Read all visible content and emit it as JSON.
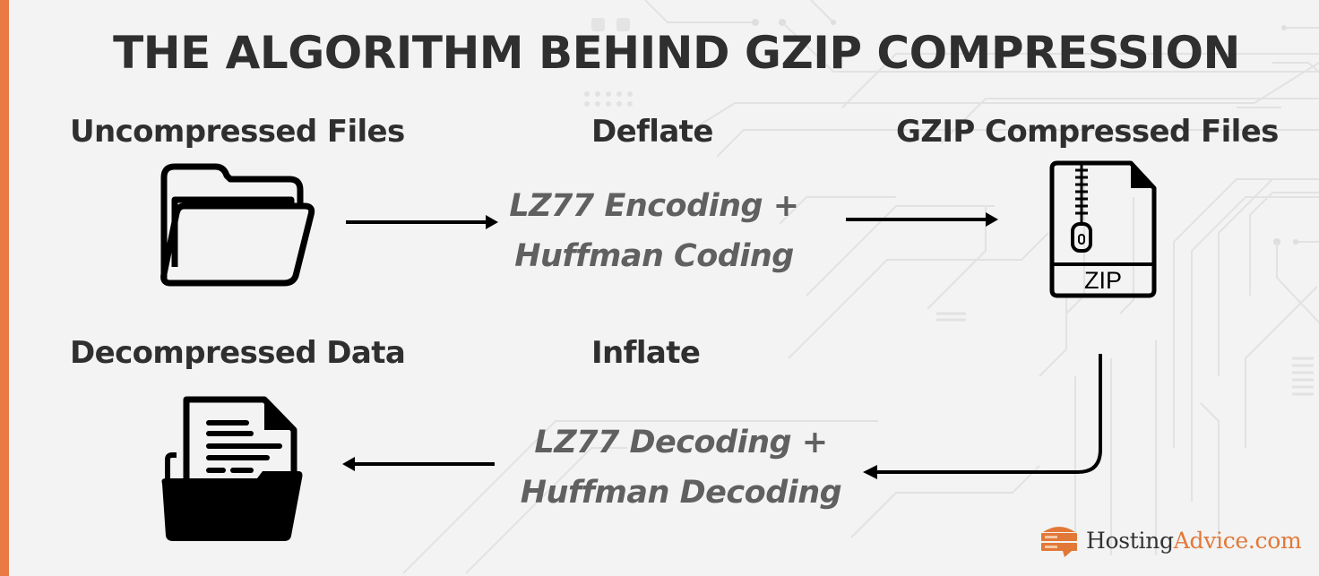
{
  "title": "THE ALGORITHM BEHIND GZIP COMPRESSION",
  "compress_row": {
    "source_label": "Uncompressed Files",
    "process_label": "Deflate",
    "process_steps": [
      "LZ77 Encoding +",
      "Huffman Coding"
    ],
    "target_label": "GZIP Compressed Files",
    "zip_icon_text": "ZIP"
  },
  "decompress_row": {
    "target_label": "Decompressed Data",
    "process_label": "Inflate",
    "process_steps": [
      "LZ77 Decoding +",
      "Huffman Decoding"
    ]
  },
  "icons": {
    "source": "open-folder-icon",
    "compressed": "zip-file-icon",
    "decompressed": "document-in-folder-icon"
  },
  "brand": {
    "part1": "Hosting",
    "part2": "Advice.com",
    "accent_color": "#e27837"
  },
  "colors": {
    "left_bar": "#e97a45",
    "background": "#f3f3f3",
    "heading": "#2f2f2f",
    "process_text": "#606060"
  }
}
